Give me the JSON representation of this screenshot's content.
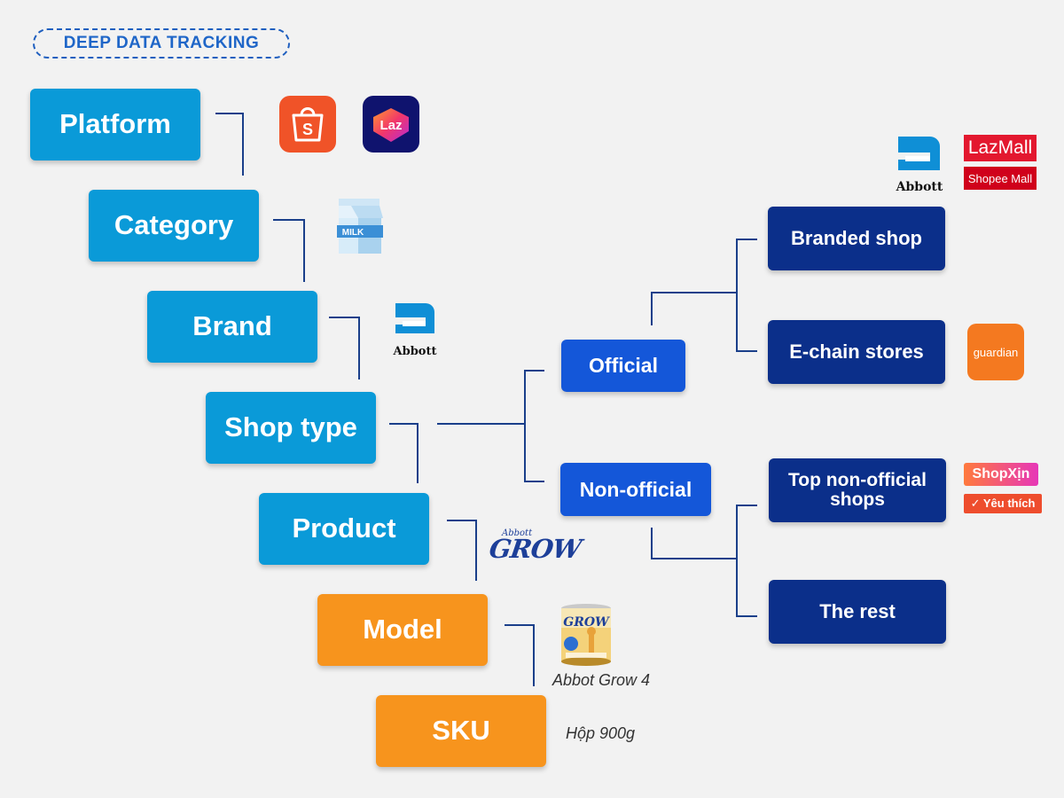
{
  "header": {
    "title": "DEEP DATA TRACKING"
  },
  "levels": {
    "platform": "Platform",
    "category": "Category",
    "brand": "Brand",
    "shop_type": "Shop type",
    "product": "Product",
    "model": "Model",
    "sku": "SKU"
  },
  "shop_types": {
    "official": "Official",
    "non_official": "Non-official"
  },
  "leaves": {
    "branded_shop": "Branded shop",
    "e_chain_stores": "E-chain stores",
    "top_non_official": "Top non-official shops",
    "the_rest": "The rest"
  },
  "logos": {
    "shopee": "S",
    "lazada": "Laz",
    "milk": "MILK",
    "abbott": "Abbott",
    "abbott_brand_corner": "Abbott",
    "lazmall": "LazMall",
    "shopee_mall": "Shopee Mall",
    "guardian": "guardian",
    "shopxin": "ShopXịn",
    "yeuthich": "✓ Yêu thích",
    "grow_small": "Abbott",
    "grow_big": "GROW"
  },
  "captions": {
    "model": "Abbot Grow 4",
    "sku": "Hộp 900g"
  },
  "colors": {
    "level_blue": "#0a9ad8",
    "level_orange": "#f7941d",
    "official_blue": "#1457d9",
    "leaf_navy": "#0b2f8a",
    "line": "#1a3f8a"
  }
}
